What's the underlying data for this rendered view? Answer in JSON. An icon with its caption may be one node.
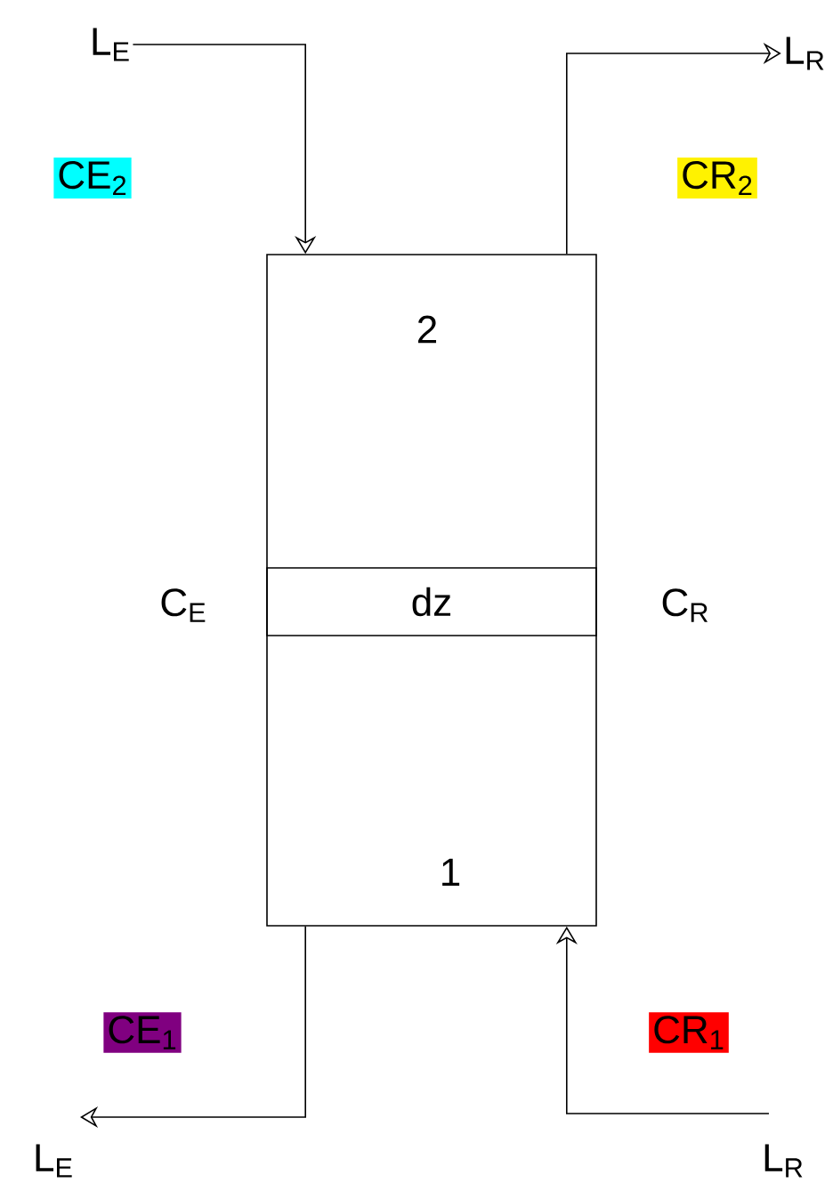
{
  "diagram": {
    "nodes": [
      {
        "text": [
          "L$_{E}$"
        ]
      },
      {
        "text": [
          "L$_{R}$"
        ]
      },
      {
        "text": [
          "2",
          "1"
        ]
      },
      {
        "text": [
          "dz"
        ],
        "in": 2
      },
      {
        "text": [
          "L$_{E}$"
        ]
      },
      {
        "text": [
          "L$_{R}$"
        ]
      }
    ],
    "edges": [
      {
        "from": 0,
        "to": 2,
        "arrow": "to"
      },
      {
        "from": 2,
        "to": 1,
        "arrow": "to"
      },
      {
        "from": 2,
        "to": 4,
        "arrow": "to"
      },
      {
        "from": 5,
        "to": 2,
        "arrow": "to"
      }
    ],
    "labels": [
      "CE$_{2}$",
      "CR$_{2}$",
      "C$_{E}$",
      "C$_{R}$",
      "CE$_{1}$",
      "CR$_{1}$"
    ]
  }
}
